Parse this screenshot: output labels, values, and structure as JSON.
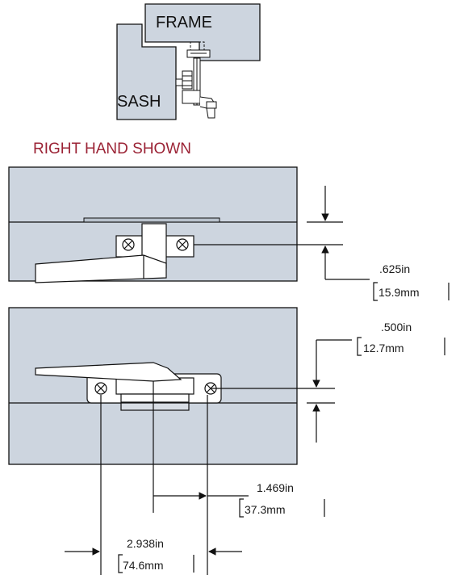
{
  "section": {
    "frame_label": "FRAME",
    "sash_label": "SASH"
  },
  "caption": "RIGHT HAND SHOWN",
  "dimensions": {
    "side_offset": {
      "imperial": ".625in",
      "metric": "15.9mm"
    },
    "bottom_offset": {
      "imperial": ".500in",
      "metric": "12.7mm"
    },
    "half_spacing": {
      "imperial": "1.469in",
      "metric": "37.3mm"
    },
    "hole_spacing": {
      "imperial": "2.938in",
      "metric": "74.6mm"
    }
  },
  "colors": {
    "panel_fill": "#cdd5df",
    "caption": "#9b2335",
    "line": "#111111"
  }
}
